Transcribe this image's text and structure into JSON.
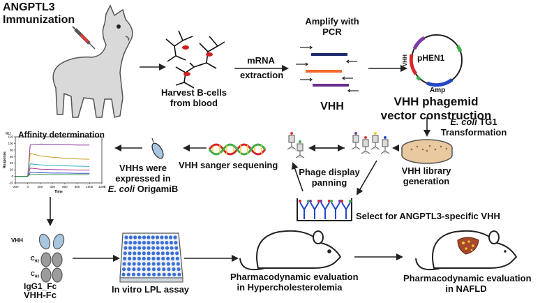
{
  "steps": {
    "immunization": {
      "line1": "ANGPTL3",
      "line2": "Immunization"
    },
    "harvest": {
      "line1": "Harvest B-cells",
      "line2": "from blood"
    },
    "mrna": {
      "line1": "mRNA",
      "line2": "extraction"
    },
    "amplify": {
      "line1": "Amplify with",
      "line2": "PCR"
    },
    "vhh": {
      "label": "VHH"
    },
    "vector": {
      "line1": "VHH phagemid",
      "line2": "vector construction"
    },
    "transformation": {
      "prefix": "E. coli",
      "suffix": " TG1",
      "line2": "Transformation"
    },
    "library": {
      "line1": "VHH library",
      "line2": "generation"
    },
    "panning": {
      "line1": "Phage display",
      "line2": "panning"
    },
    "select": {
      "label": "Select for ANGPTL3-specific VHH"
    },
    "sequencing": {
      "label": "VHH sanger sequening"
    },
    "expression": {
      "line1": "VHHs were",
      "line2": "expressed in",
      "prefix": "E. coli",
      "suffix": " OrigamiB"
    },
    "affinity": {
      "label": "Affinity determination"
    },
    "vhh_fc": {
      "vhh": "VHH",
      "ch3": "C",
      "ch3_sub": "H3",
      "ch2": "C",
      "ch2_sub": "H2",
      "igg": "IgG1_Fc",
      "name": "VHH-Fc"
    },
    "lpl": {
      "label": "In vitro LPL assay"
    },
    "pd_hyper": {
      "line1": "Pharmacodynamic evaluation",
      "line2": "in Hypercholesterolemia"
    },
    "pd_nafld": {
      "line1": "Pharmacodynamic evaluation",
      "line2": "in NAFLD"
    }
  },
  "plasmid": {
    "name": "pHEN1",
    "vhh": "VHH",
    "amp": "Amp"
  },
  "colors": {
    "pcr_navy": "#1f2a6b",
    "pcr_orange": "#f26a2e",
    "pcr_purple": "#6a2f8e",
    "plasmid_red": "#d7262b",
    "plasmid_blue": "#2547c6",
    "plasmid_green": "#3fae49",
    "plasmid_purple": "#7b3aa0",
    "liver": "#a8492c",
    "fat": "#f2d12e",
    "antibody_blue": "#a9c6e0",
    "antibody_grey": "#9c9c9c",
    "plate_blue": "#3b6fd6"
  },
  "chart_data": {
    "type": "line",
    "title": "",
    "xlabel": "Time",
    "ylabel": "Response",
    "unit_label": "RU",
    "xlim": [
      -200,
      1200
    ],
    "ylim": [
      -20,
      120
    ],
    "x_ticks": [
      "-200",
      "0",
      "200",
      "400",
      "600",
      "800",
      "1000",
      "1200"
    ],
    "y_ticks": [
      "-20",
      "0",
      "20",
      "40",
      "60",
      "80",
      "100",
      "120"
    ],
    "x_tick_values": [
      -200,
      0,
      200,
      400,
      600,
      800,
      1000,
      1200
    ],
    "y_tick_values": [
      -20,
      0,
      20,
      40,
      60,
      80,
      100,
      120
    ],
    "x_unit": "s",
    "series": [
      {
        "color": "#8b2fa8",
        "values": [
          0,
          0,
          96,
          98,
          97,
          96,
          95,
          95
        ]
      },
      {
        "color": "#c89a1c",
        "values": [
          0,
          0,
          70,
          62,
          58,
          55,
          53,
          52
        ]
      },
      {
        "color": "#2ab0c9",
        "values": [
          0,
          0,
          38,
          35,
          33,
          32,
          31,
          30
        ]
      },
      {
        "color": "#b0309a",
        "values": [
          0,
          0,
          25,
          22,
          21,
          20,
          19,
          19
        ]
      },
      {
        "color": "#3a52d0",
        "values": [
          0,
          0,
          12,
          11,
          10,
          10,
          9,
          9
        ]
      },
      {
        "color": "#2d9a3d",
        "values": [
          0,
          0,
          6,
          6,
          5,
          5,
          5,
          5
        ]
      }
    ],
    "x": [
      -200,
      0,
      40,
      200,
      400,
      600,
      800,
      1000
    ]
  }
}
